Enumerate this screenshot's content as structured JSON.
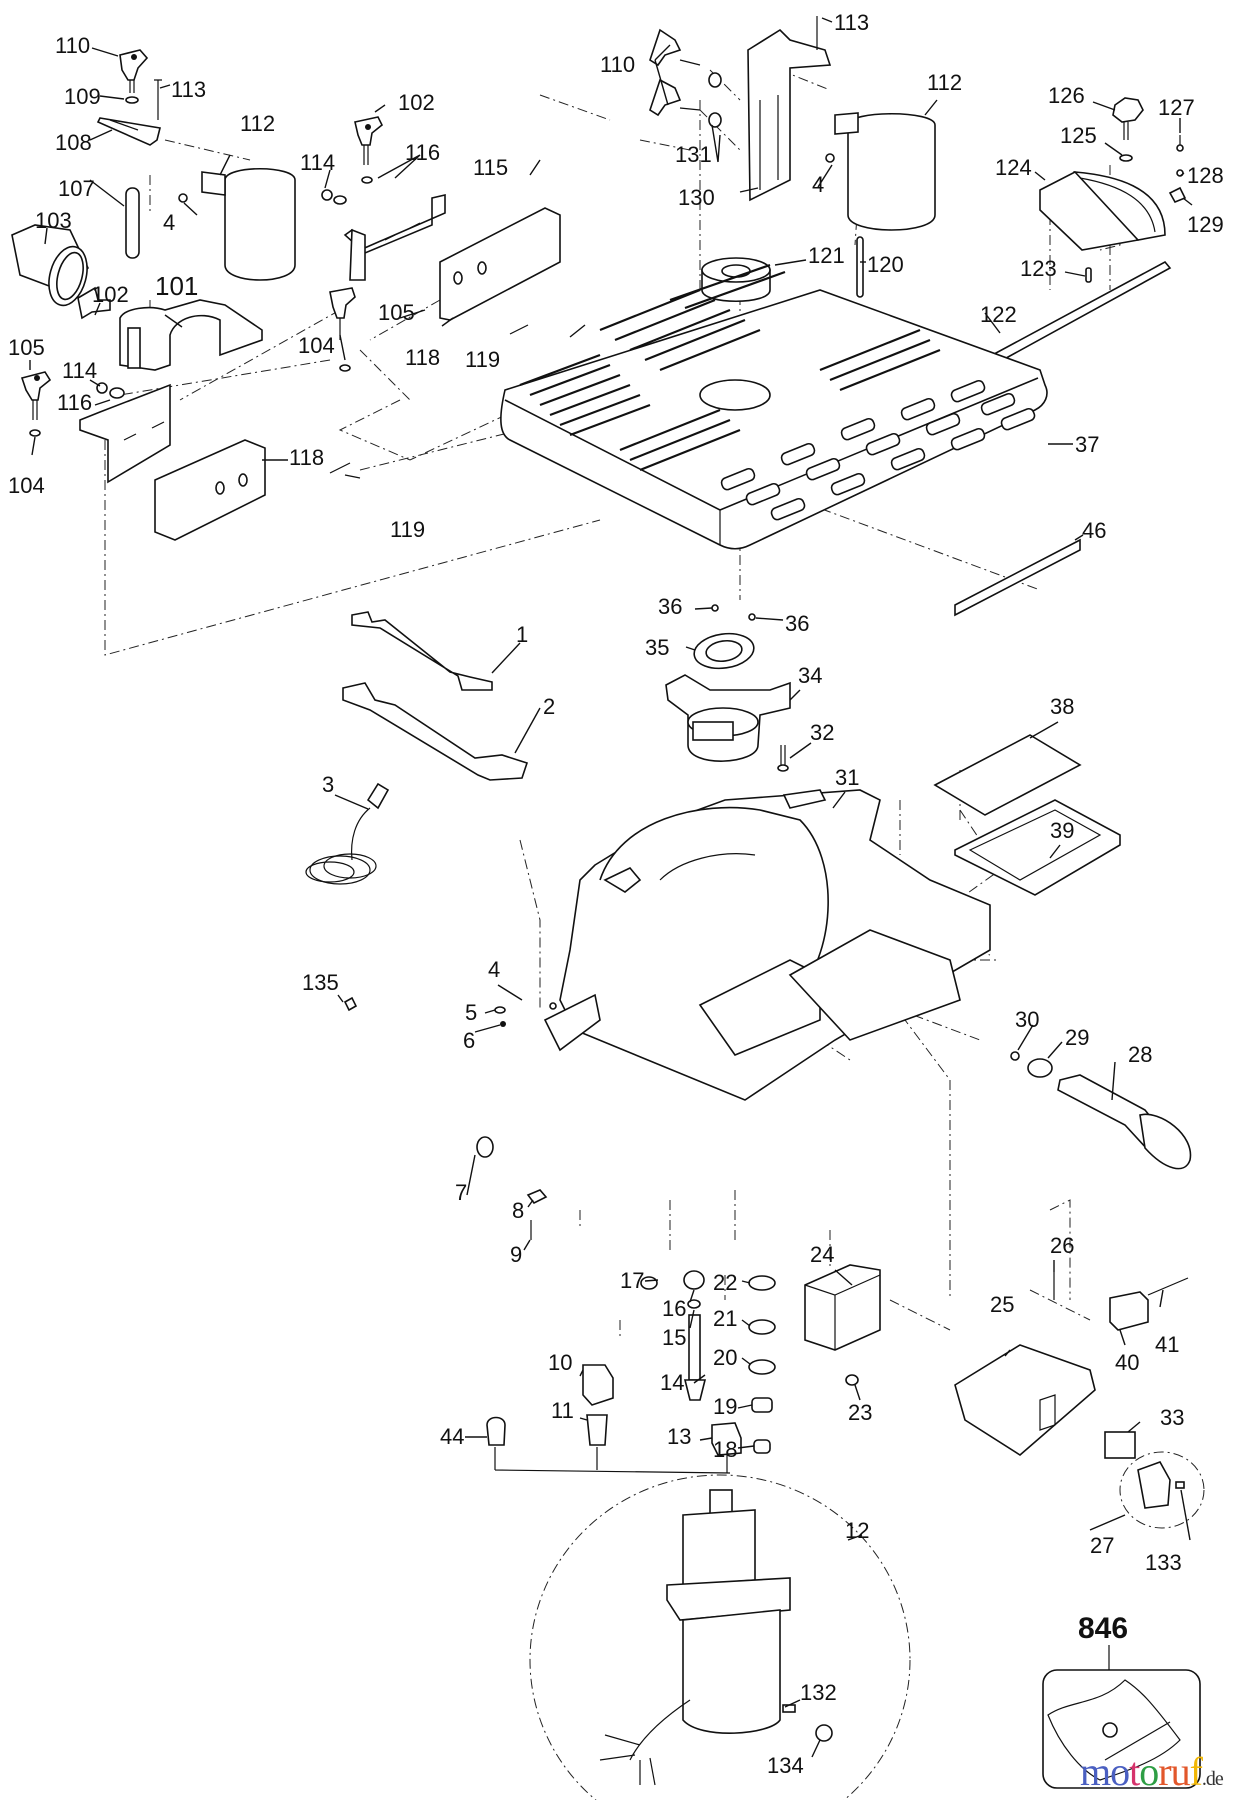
{
  "diagram": {
    "type": "exploded-parts-diagram",
    "kit_label": "846",
    "watermark": {
      "letters": [
        {
          "ch": "m",
          "color": "#4a5fc1"
        },
        {
          "ch": "o",
          "color": "#4a5fc1"
        },
        {
          "ch": "t",
          "color": "#d6336c"
        },
        {
          "ch": "o",
          "color": "#2e9e44"
        },
        {
          "ch": "r",
          "color": "#e2572b"
        },
        {
          "ch": "u",
          "color": "#e2572b"
        },
        {
          "ch": "f",
          "color": "#f2b705"
        }
      ],
      "suffix": ".de"
    },
    "labels": {
      "p110a": "110",
      "p109": "109",
      "p113a": "113",
      "p108": "108",
      "p112a": "112",
      "p107": "107",
      "p103": "103",
      "p102a": "102",
      "p101": "101",
      "p105a": "105",
      "p114a": "114",
      "p116a": "116",
      "p104a": "104",
      "p118a": "118",
      "p119a": "119",
      "p4a": "4",
      "p102b": "102",
      "p114b": "114",
      "p116b": "116",
      "p115": "115",
      "p105b": "105",
      "p104b": "104",
      "p118b": "118",
      "p119b": "119",
      "p110b": "110",
      "p131": "131",
      "p130": "130",
      "p113b": "113",
      "p4b": "4",
      "p112b": "112",
      "p121": "121",
      "p120": "120",
      "p126": "126",
      "p125": "125",
      "p124": "124",
      "p127": "127",
      "p128": "128",
      "p129": "129",
      "p123": "123",
      "p122": "122",
      "p37": "37",
      "p46": "46",
      "p36a": "36",
      "p36b": "36",
      "p35": "35",
      "p34": "34",
      "p32": "32",
      "p31": "31",
      "p38": "38",
      "p39": "39",
      "p1": "1",
      "p2": "2",
      "p3": "3",
      "p135": "135",
      "p4c": "4",
      "p5": "5",
      "p6": "6",
      "p7": "7",
      "p8": "8",
      "p9": "9",
      "p30": "30",
      "p29": "29",
      "p28": "28",
      "p17": "17",
      "p16": "16",
      "p15": "15",
      "p14": "14",
      "p22": "22",
      "p21": "21",
      "p20": "20",
      "p19": "19",
      "p18": "18",
      "p24": "24",
      "p23": "23",
      "p10": "10",
      "p11": "11",
      "p13": "13",
      "p44": "44",
      "p12": "12",
      "p132": "132",
      "p134": "134",
      "p26": "26",
      "p25": "25",
      "p40": "40",
      "p41": "41",
      "p33": "33",
      "p27": "27",
      "p133": "133"
    }
  }
}
